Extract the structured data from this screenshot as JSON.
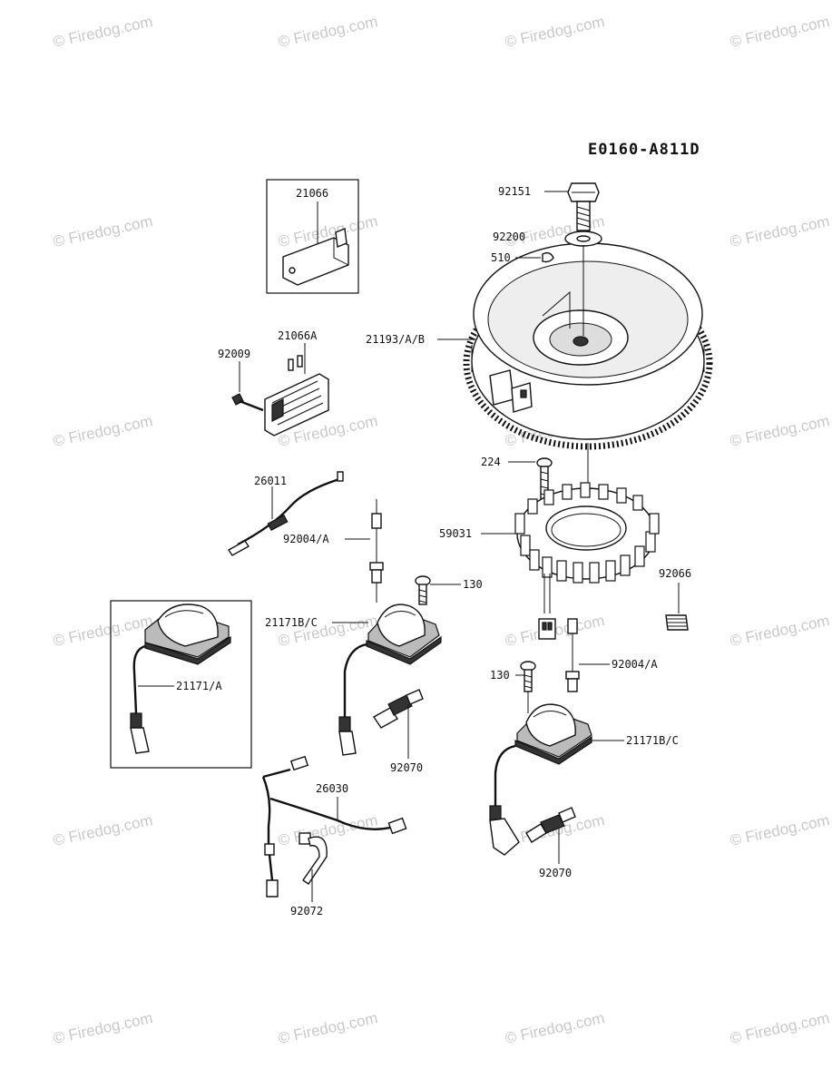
{
  "diagram_code": "E0160-A811D",
  "watermark_text": "© Firedog.com",
  "labels": {
    "p92151": "92151",
    "p92200": "92200",
    "p510": "510",
    "p21066": "21066",
    "p21066A": "21066A",
    "p92009": "92009",
    "p21193": "21193/A/B",
    "p224": "224",
    "p26011": "26011",
    "p92004A_left": "92004/A",
    "p59031": "59031",
    "p130_right": "130",
    "p92066": "92066",
    "p21171BC_left": "21171B/C",
    "p21171A": "21171/A",
    "p130_left": "130",
    "p92004A_right": "92004/A",
    "p92070_left": "92070",
    "p21171BC_right": "21171B/C",
    "p26030": "26030",
    "p92070_right": "92070",
    "p92072": "92072"
  }
}
